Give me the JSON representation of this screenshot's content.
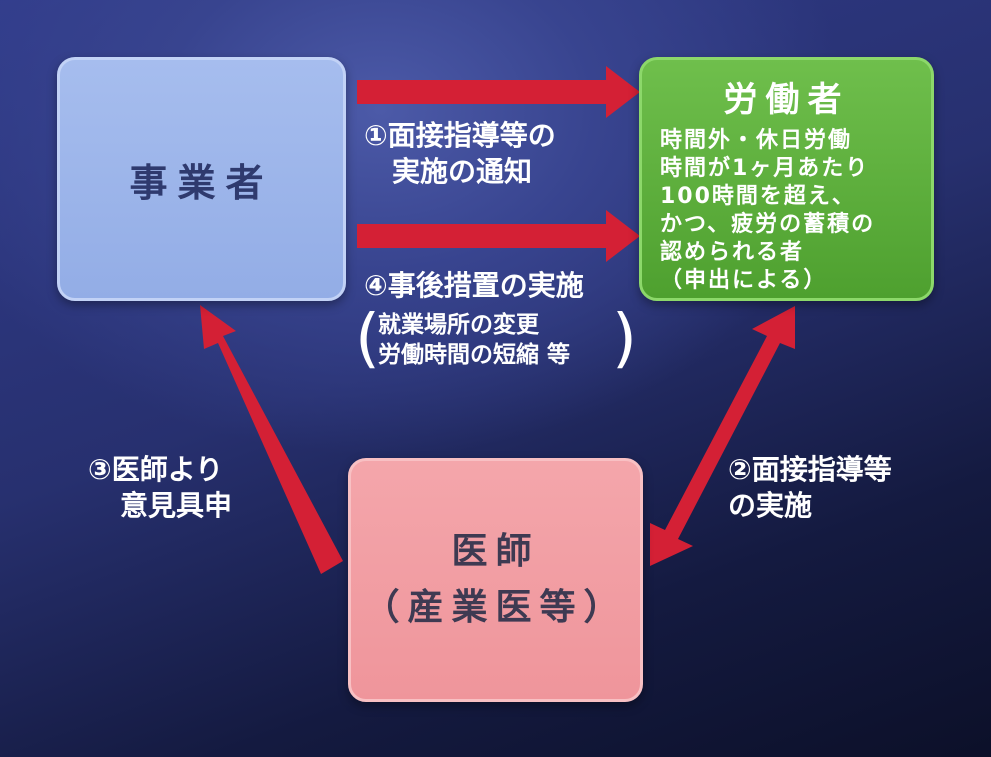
{
  "boxes": {
    "employer": "事業者",
    "worker": {
      "title": "労働者",
      "lines": [
        "時間外・休日労働",
        "時間が1ヶ月あたり",
        "100時間を超え、",
        "かつ、疲労の蓄積の",
        "認められる者",
        "（申出による）"
      ]
    },
    "doctor": {
      "line1": "医師",
      "line2": "（産業医等）"
    }
  },
  "arrows": {
    "step1": [
      "①面接指導等の",
      "実施の通知"
    ],
    "step4": [
      "④事後措置の実施"
    ],
    "step4_detail": [
      "就業場所の変更",
      "労働時間の短縮 等"
    ],
    "step3": [
      "③医師より",
      "意見具申"
    ],
    "step2": [
      "②面接指導等",
      "の実施"
    ]
  },
  "colors": {
    "arrow": "#d42035",
    "employer": "#9bb3ea",
    "worker": "#5fae3c",
    "doctor": "#f19ca1"
  }
}
